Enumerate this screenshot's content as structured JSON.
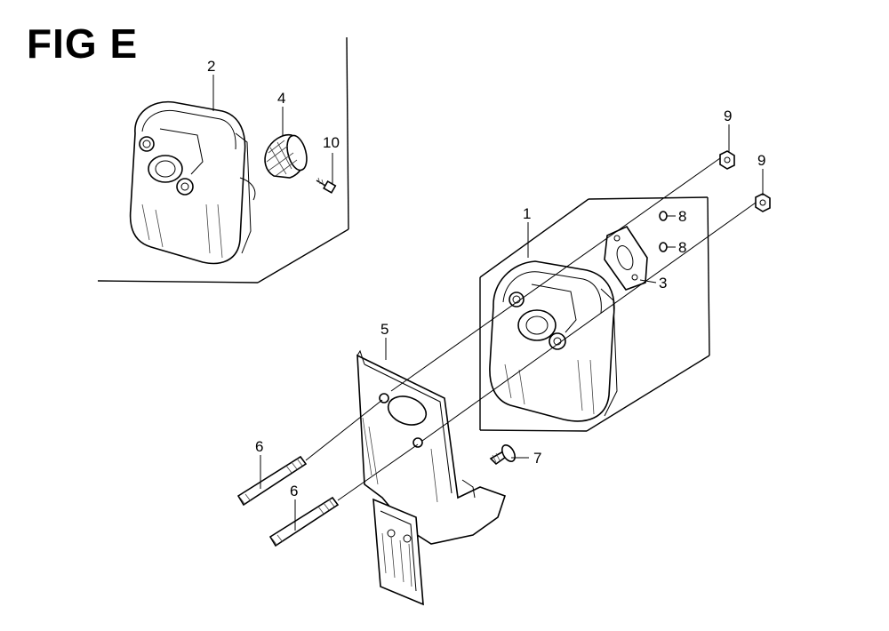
{
  "figure": {
    "title": "FIG E"
  },
  "callouts": [
    {
      "key": "muffler_alt",
      "label": "2"
    },
    {
      "key": "spark_arrester",
      "label": "4"
    },
    {
      "key": "screw_small",
      "label": "10"
    },
    {
      "key": "muffler_main",
      "label": "1"
    },
    {
      "key": "nut_upper",
      "label": "9"
    },
    {
      "key": "nut_lower",
      "label": "9"
    },
    {
      "key": "washer_upper",
      "label": "8"
    },
    {
      "key": "washer_lower",
      "label": "8"
    },
    {
      "key": "gasket",
      "label": "3"
    },
    {
      "key": "heat_shield",
      "label": "5"
    },
    {
      "key": "stud_upper",
      "label": "6"
    },
    {
      "key": "stud_lower",
      "label": "6"
    },
    {
      "key": "bolt",
      "label": "7"
    }
  ]
}
